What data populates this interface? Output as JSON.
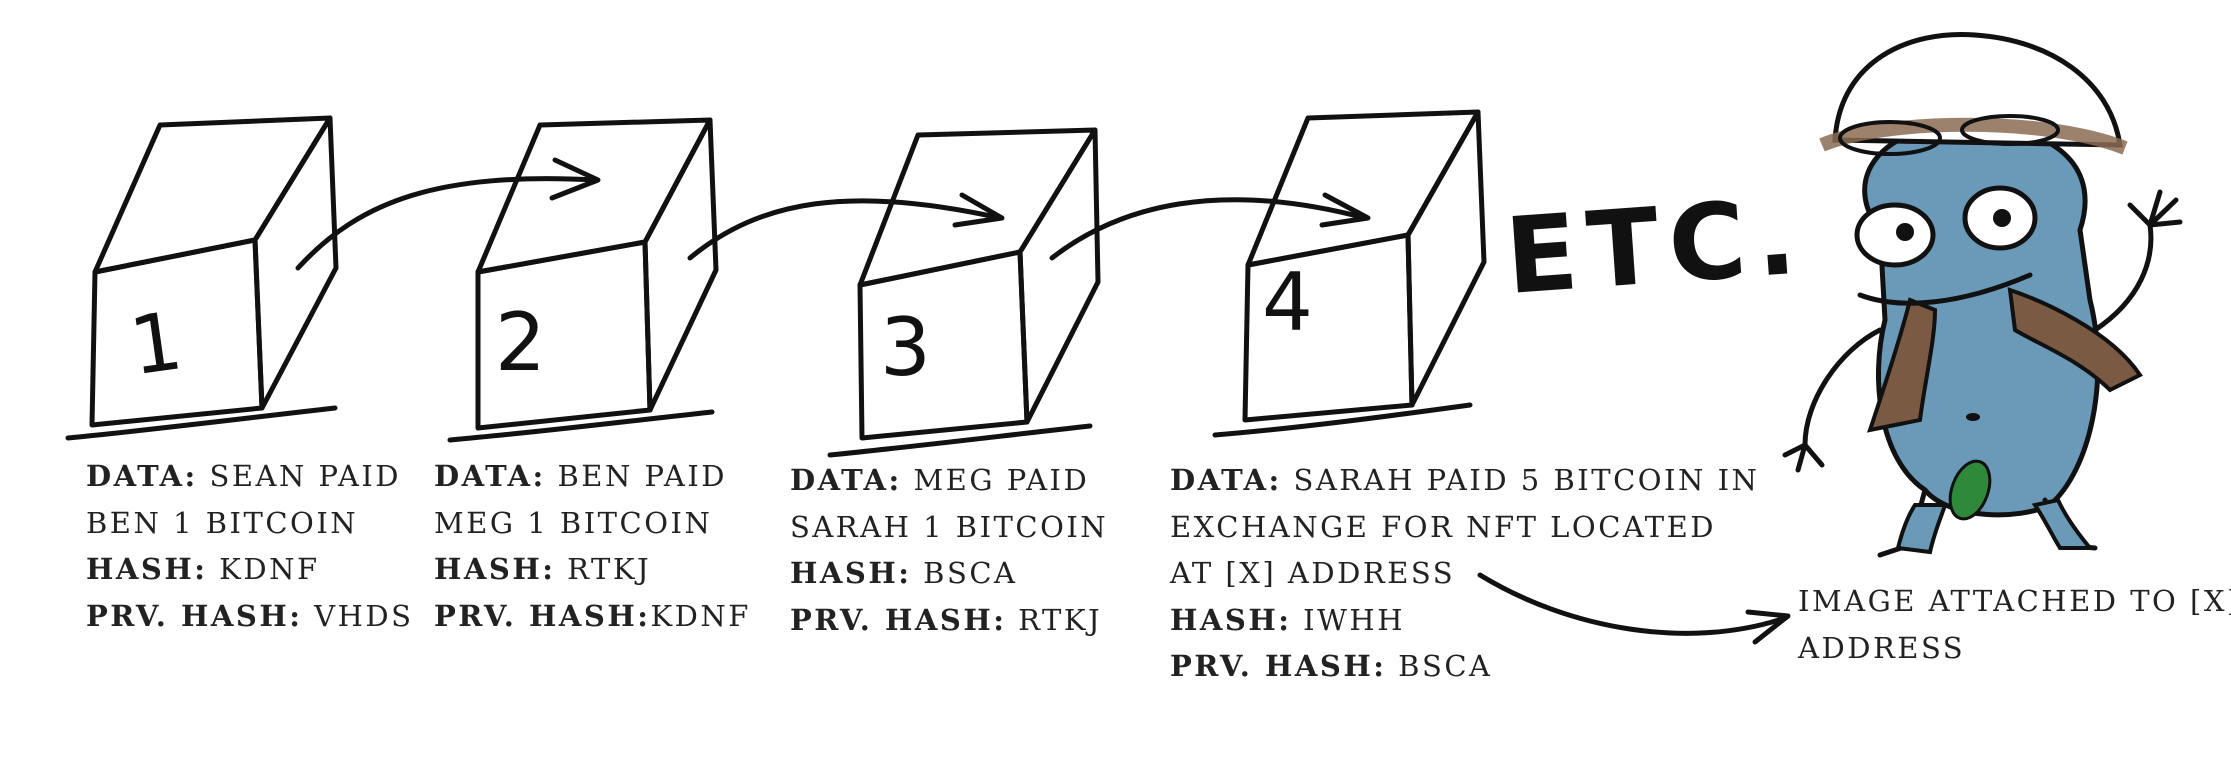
{
  "blocks": [
    {
      "number": "1",
      "data_key": "DATA:",
      "data_val_1": "SEAN PAID",
      "data_val_2": "BEN 1 BITCOIN",
      "hash_key": "HASH:",
      "hash_val": "KDNF",
      "prev_key": "PRV. HASH:",
      "prev_val": "VHDS"
    },
    {
      "number": "2",
      "data_key": "DATA:",
      "data_val_1": "BEN PAID",
      "data_val_2": "MEG 1 BITCOIN",
      "hash_key": "HASH:",
      "hash_val": "RTKJ",
      "prev_key": "PRV. HASH:",
      "prev_val": "KDNF"
    },
    {
      "number": "3",
      "data_key": "DATA:",
      "data_val_1": "MEG PAID",
      "data_val_2": "SARAH 1 BITCOIN",
      "hash_key": "HASH:",
      "hash_val": "BSCA",
      "prev_key": "PRV. HASH:",
      "prev_val": "RTKJ"
    },
    {
      "number": "4",
      "data_key": "DATA:",
      "data_val_1": "SARAH PAID 5 BITCOIN IN",
      "data_val_2": "EXCHANGE FOR NFT LOCATED",
      "data_val_3": "AT [X] ADDRESS",
      "hash_key": "HASH:",
      "hash_val": "IWHH",
      "prev_key": "PRV. HASH:",
      "prev_val": "BSCA"
    }
  ],
  "etc_label": "ETC.",
  "note_line_1": "IMAGE ATTACHED TO [X]",
  "note_line_2": "ADDRESS",
  "colors": {
    "ink": "#111111",
    "character_skin": "#6a9ab8",
    "vest": "#7a5a42",
    "helmet_band": "#8b6b52",
    "leaf": "#2e8a3a"
  }
}
